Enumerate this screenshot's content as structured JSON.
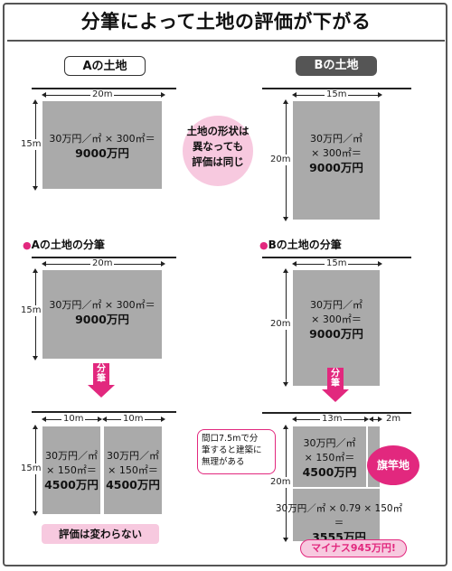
{
  "title": "分筆によって土地の評価が下がる",
  "labels": {
    "a": "Aの土地",
    "b": "Bの土地"
  },
  "circle_text": [
    "土地の形状は",
    "異なっても",
    "評価は同じ"
  ],
  "sections": {
    "a_split": "Aの土地の分筆",
    "b_split": "Bの土地の分筆"
  },
  "split_label": [
    "分",
    "筆"
  ],
  "dims": {
    "w20": "20m",
    "w15": "15m",
    "w10": "10m",
    "w13": "13m",
    "w2": "2m",
    "h15": "15m",
    "h20": "20m"
  },
  "plots": {
    "full": {
      "line1": "30万円／㎡ × 300㎡＝",
      "line2": "9000万円"
    },
    "full_b": {
      "line1": "30万円／㎡",
      "line2": "× 300㎡＝",
      "line3": "9000万円"
    },
    "half": {
      "line1": "30万円／㎡",
      "line2": "× 150㎡＝",
      "line3": "4500万円"
    },
    "flag": {
      "line1": "30万円／㎡ × 0.79 × 150㎡＝",
      "line2": "3555万円"
    }
  },
  "bottom_a": "評価は変わらない",
  "callout": [
    "間口7.5mで分",
    "筆すると建築に",
    "無理がある"
  ],
  "flag_badge": "旗竿地",
  "minus": "マイナス945万円!"
}
